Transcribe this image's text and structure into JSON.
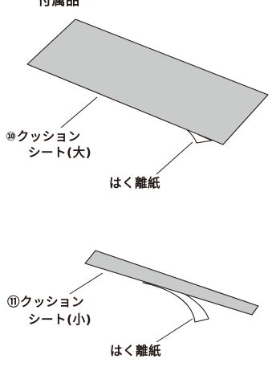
{
  "title": "付属品",
  "large_cushion": {
    "label_line1": "⑩クッション",
    "label_line2": "シート(大)",
    "peel_label": "はく離紙"
  },
  "small_cushion": {
    "label_line1": "⑪クッション",
    "label_line2": "シート(小)",
    "peel_label": "はく離紙"
  },
  "colors": {
    "sheet_fill": "#c9caca",
    "outline": "#231815",
    "paper": "#ffffff"
  }
}
